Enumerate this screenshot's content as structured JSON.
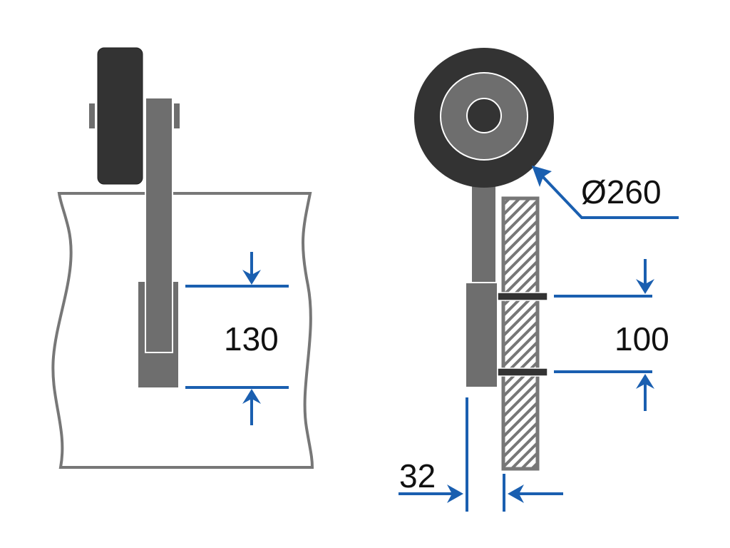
{
  "colors": {
    "dimension": "#1a5fb0",
    "tire": "#333333",
    "metal": "#6e6e6e",
    "outline": "#777777"
  },
  "front_view": {
    "height_dimension": "130"
  },
  "side_view": {
    "wheel_diameter": "Ø260",
    "bolt_spacing": "100",
    "offset": "32"
  }
}
